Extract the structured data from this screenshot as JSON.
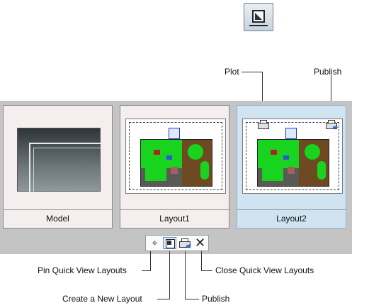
{
  "callouts": {
    "plot": "Plot",
    "publish_top": "Publish",
    "pin": "Pin Quick View Layouts",
    "create": "Create a New Layout",
    "publish_bottom": "Publish",
    "close": "Close Quick View Layouts"
  },
  "panels": [
    {
      "label": "Model",
      "active": false
    },
    {
      "label": "Layout1",
      "active": false
    },
    {
      "label": "Layout2",
      "active": true
    }
  ],
  "toolbar": {
    "icons": [
      "pin-icon",
      "create-new-layout-icon",
      "publish-icon",
      "close-icon"
    ]
  },
  "top_button": {
    "icon": "layout-quick-view-icon"
  },
  "colors": {
    "strip": "#c4c4c4",
    "panel": "#f4eeee",
    "active_panel": "#cfe3f1",
    "board_green": "#19d41e",
    "board_brown": "#6e4a23"
  }
}
